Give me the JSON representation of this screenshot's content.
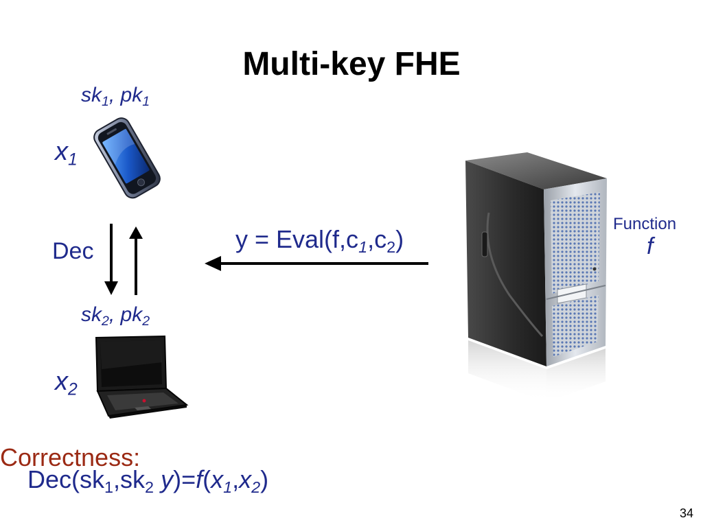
{
  "title": "Multi-key FHE",
  "party1": {
    "sk": "sk",
    "pk": "pk",
    "sub": "1",
    "x": "x",
    "x_sub": "1"
  },
  "party2": {
    "sk": "sk",
    "pk": "pk",
    "sub": "2",
    "x": "x",
    "x_sub": "2"
  },
  "dec_label": "Dec",
  "eval": {
    "prefix": "y = Eval(f,c",
    "sub1": "1",
    "mid": ",c",
    "sub2": "2",
    "suffix": ")"
  },
  "server": {
    "function_label": "Function",
    "function_symbol": "f"
  },
  "correctness": {
    "label": "Correctness:",
    "p1": "Dec(sk",
    "s1": "1",
    "p2": ",sk",
    "s2": "2",
    "p3": " ",
    "y": "y",
    "p4": ")=",
    "f": "f",
    "p5": "(",
    "x1": "x",
    "xs1": "1",
    "p6": ",",
    "x2": "x",
    "xs2": "2",
    "p7": ")"
  },
  "page_number": "34",
  "colors": {
    "text_blue": "#1f2a8c",
    "correctness_red": "#9b2a14"
  },
  "icons": [
    "smartphone-icon",
    "laptop-icon",
    "server-icon"
  ]
}
